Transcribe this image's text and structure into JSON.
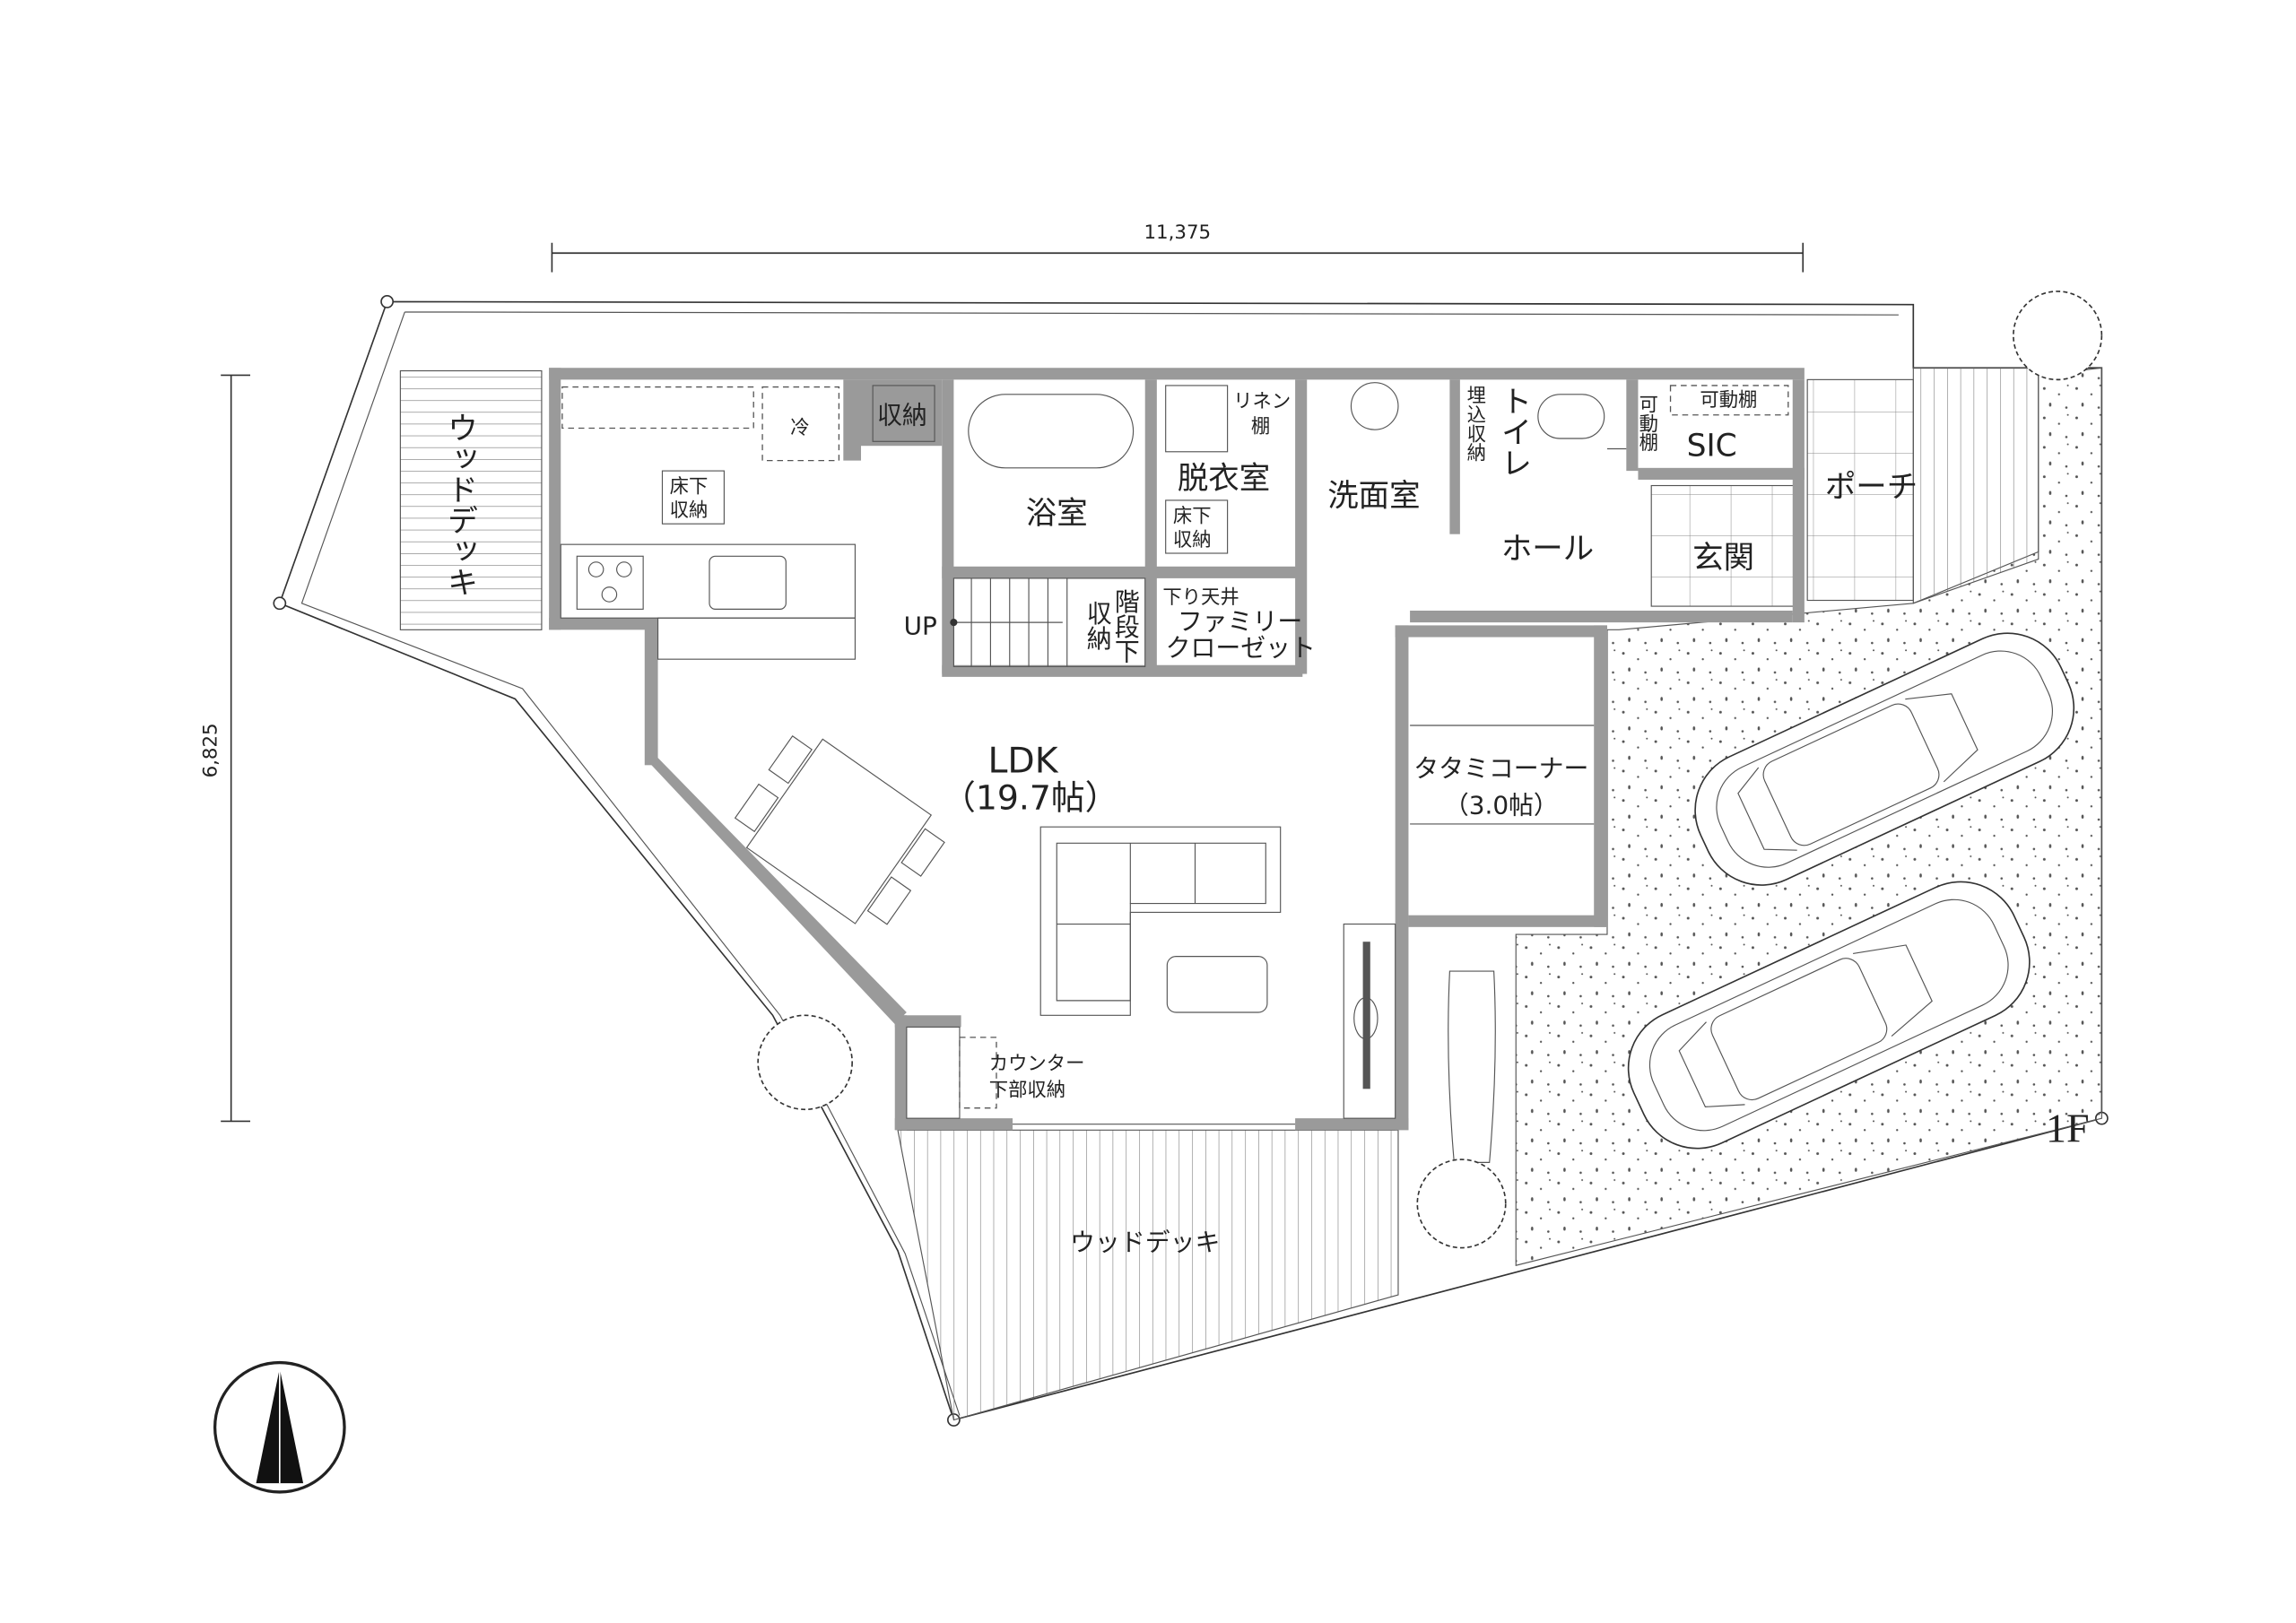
{
  "title": "1F",
  "dimensions": {
    "width": "11,375",
    "depth": "6,825"
  },
  "rooms": {
    "wood_deck_west": "ウッドデッキ",
    "fridge": "冷",
    "storage": "収納",
    "underfloor_storage_kitchen": [
      "床下",
      "収納"
    ],
    "bathroom": "浴室",
    "linen_shelf": [
      "リネン",
      "棚"
    ],
    "dressing_room": "脱衣室",
    "underfloor_storage_dressing": [
      "床下",
      "収納"
    ],
    "washroom": "洗面室",
    "built_in_storage": "埋込収納",
    "toilet": "トイレ",
    "movable_shelf_vertical": "可動棚",
    "movable_shelf": "可動棚",
    "sic": "SIC",
    "porch": "ポーチ",
    "hall": "ホール",
    "entrance": "玄関",
    "up": "UP",
    "under_stairs_storage": [
      "階段下",
      "収納"
    ],
    "lowered_ceiling": "下り天井",
    "family_closet": [
      "ファミリー",
      "クローゼット"
    ],
    "ldk": "LDK",
    "ldk_size": "（19.7帖）",
    "tatami_corner": "タタミコーナー",
    "tatami_size": "（3.0帖）",
    "counter_storage": [
      "カウンター",
      "下部収納"
    ],
    "wood_deck_south": "ウッドデッキ"
  },
  "colors": {
    "wall": "#9a9a9a",
    "line": "#333333"
  }
}
